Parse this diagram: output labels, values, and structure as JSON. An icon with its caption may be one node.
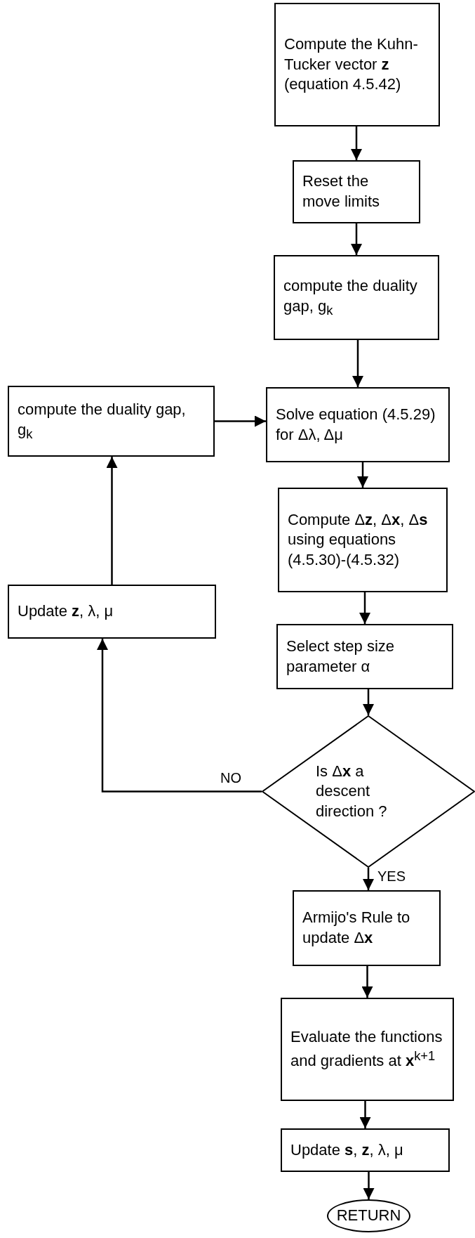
{
  "diagram": {
    "nodes": [
      {
        "text": [
          "Compute the Kuhn-Tucker vector **z** (equation 4.5.42)"
        ]
      },
      {
        "text": [
          "Reset the move limits"
        ]
      },
      {
        "text": [
          "compute the duality gap, g$_{k}$"
        ]
      },
      {
        "text": [
          "compute the duality gap, g$_{k}$"
        ]
      },
      {
        "text": [
          "Solve equation (4.5.29) for Δλ, Δμ"
        ]
      },
      {
        "text": [
          "Compute Δ**z**, Δ**x**, Δ**s** using equations (4.5.30)-(4.5.32)"
        ]
      },
      {
        "text": [
          "Update **z**, λ, μ"
        ]
      },
      {
        "text": [
          "Select step size parameter α"
        ]
      },
      {
        "text": [
          "Is Δ**x** a descent direction ?"
        ]
      },
      {
        "text": [
          "Armijo's Rule to update Δ**x**"
        ]
      },
      {
        "text": [
          "Evaluate the functions and gradients at **x**$^{k+1}$"
        ]
      },
      {
        "text": [
          "Update **s**, **z**, λ, μ"
        ]
      },
      {
        "text": [
          "RETURN"
        ]
      }
    ],
    "edges": [
      {
        "from": 0,
        "to": 1,
        "arrow": "to"
      },
      {
        "from": 1,
        "to": 2,
        "arrow": "to"
      },
      {
        "from": 2,
        "to": 4,
        "arrow": "to"
      },
      {
        "from": 3,
        "to": 4,
        "arrow": "to"
      },
      {
        "from": 4,
        "to": 5,
        "arrow": "to"
      },
      {
        "from": 5,
        "to": 7,
        "arrow": "to"
      },
      {
        "from": 7,
        "to": 8,
        "arrow": "to"
      },
      {
        "from": 8,
        "to": 6,
        "arrow": "to",
        "label": "NO"
      },
      {
        "from": 6,
        "to": 3,
        "arrow": "to"
      },
      {
        "from": 8,
        "to": 9,
        "arrow": "to",
        "label": "YES"
      },
      {
        "from": 9,
        "to": 10,
        "arrow": "to"
      },
      {
        "from": 10,
        "to": 11,
        "arrow": "to"
      },
      {
        "from": 11,
        "to": 12,
        "arrow": "to"
      }
    ]
  }
}
